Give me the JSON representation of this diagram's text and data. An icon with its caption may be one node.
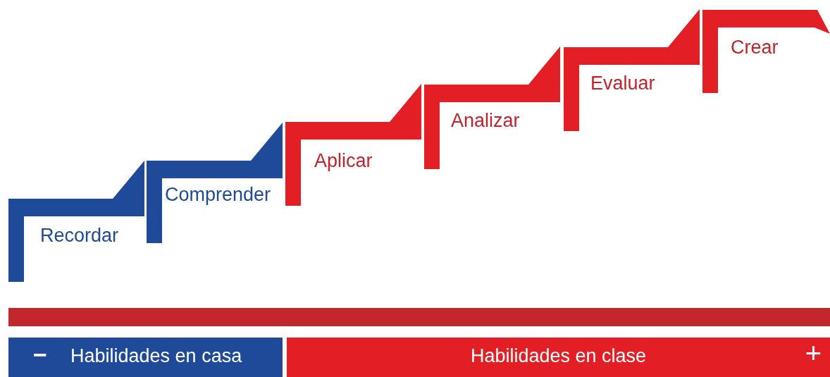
{
  "diagram": {
    "nodes": [
      {
        "text": [
          "Recordar"
        ]
      },
      {
        "text": [
          "Comprender"
        ]
      },
      {
        "text": [
          "Aplicar"
        ]
      },
      {
        "text": [
          "Analizar"
        ]
      },
      {
        "text": [
          "Evaluar"
        ]
      },
      {
        "text": [
          "Crear"
        ]
      },
      {
        "text": [],
        "shape": "bar"
      },
      {
        "text": [
          "−",
          "Habilidades en casa"
        ]
      },
      {
        "text": [
          "Habilidades en clase",
          "+"
        ]
      }
    ]
  }
}
